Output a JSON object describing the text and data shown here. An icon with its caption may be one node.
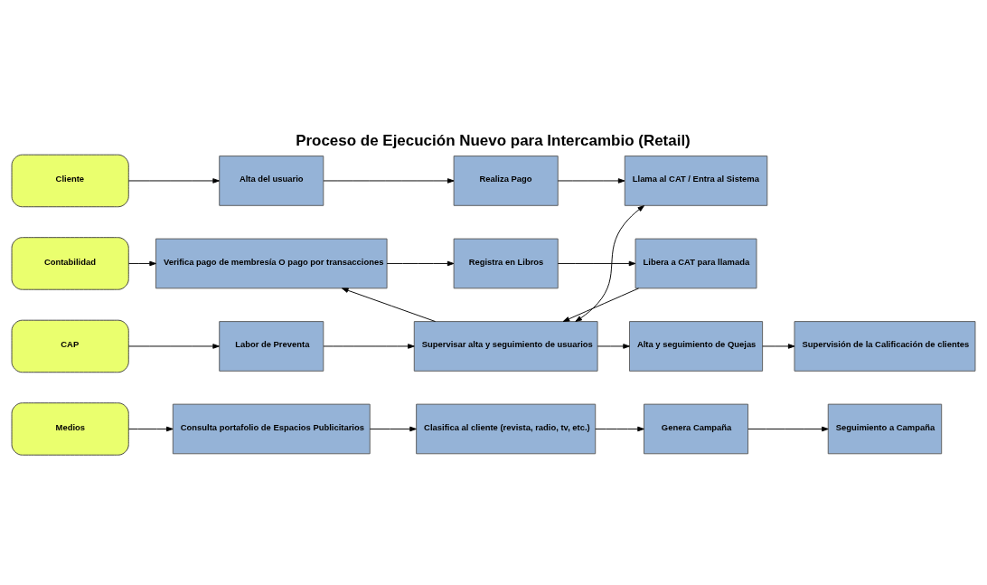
{
  "diagram": {
    "title": "Proceso de Ejecución Nuevo para Intercambio (Retail)",
    "nodes": [
      {
        "text": [
          "Medios"
        ]
      },
      {
        "text": [
          "Consulta portafolio de Espacios Publicitarios"
        ]
      },
      {
        "text": [
          "Clasifica al cliente (revista, radio, tv, etc.)"
        ]
      },
      {
        "text": [
          "Genera Campaña"
        ]
      },
      {
        "text": [
          "Seguimiento a Campaña"
        ]
      },
      {
        "text": [
          "Cliente"
        ]
      },
      {
        "text": [
          "Alta del usuario"
        ]
      },
      {
        "text": [
          "Realiza Pago"
        ]
      },
      {
        "text": [
          "Llama al CAT / Entra al Sistema"
        ]
      },
      {
        "text": [
          "CAP"
        ]
      },
      {
        "text": [
          "Labor de Preventa"
        ]
      },
      {
        "text": [
          "Supervisar alta y seguimiento de usuarios"
        ]
      },
      {
        "text": [
          "Alta y seguimiento de Quejas"
        ]
      },
      {
        "text": [
          "Supervisión de la Calificación de clientes"
        ]
      },
      {
        "text": [
          "Contabilidad"
        ]
      },
      {
        "text": [
          "Verifica pago de membresía O pago por transacciones"
        ]
      },
      {
        "text": [
          "Registra en Libros"
        ]
      },
      {
        "text": [
          "Libera a CAT para llamada"
        ]
      }
    ],
    "edges": [
      {
        "from": 0,
        "to": 1,
        "arrow": "to"
      },
      {
        "from": 1,
        "to": 2,
        "arrow": "to"
      },
      {
        "from": 2,
        "to": 3,
        "arrow": "to"
      },
      {
        "from": 3,
        "to": 4,
        "arrow": "to"
      },
      {
        "from": 5,
        "to": 6,
        "arrow": "to"
      },
      {
        "from": 6,
        "to": 7,
        "arrow": "to"
      },
      {
        "from": 7,
        "to": 8,
        "arrow": "to"
      },
      {
        "from": 8,
        "to": 11,
        "arrow": "both"
      },
      {
        "from": 9,
        "to": 10,
        "arrow": "to"
      },
      {
        "from": 10,
        "to": 11,
        "arrow": "to"
      },
      {
        "from": 11,
        "to": 12,
        "arrow": "to"
      },
      {
        "from": 12,
        "to": 13,
        "arrow": "to"
      },
      {
        "from": 11,
        "to": 15,
        "arrow": "to"
      },
      {
        "from": 14,
        "to": 15,
        "arrow": "to"
      },
      {
        "from": 15,
        "to": 16,
        "arrow": "to"
      },
      {
        "from": 16,
        "to": 17,
        "arrow": "to"
      },
      {
        "from": 17,
        "to": 11,
        "arrow": "to"
      }
    ]
  }
}
